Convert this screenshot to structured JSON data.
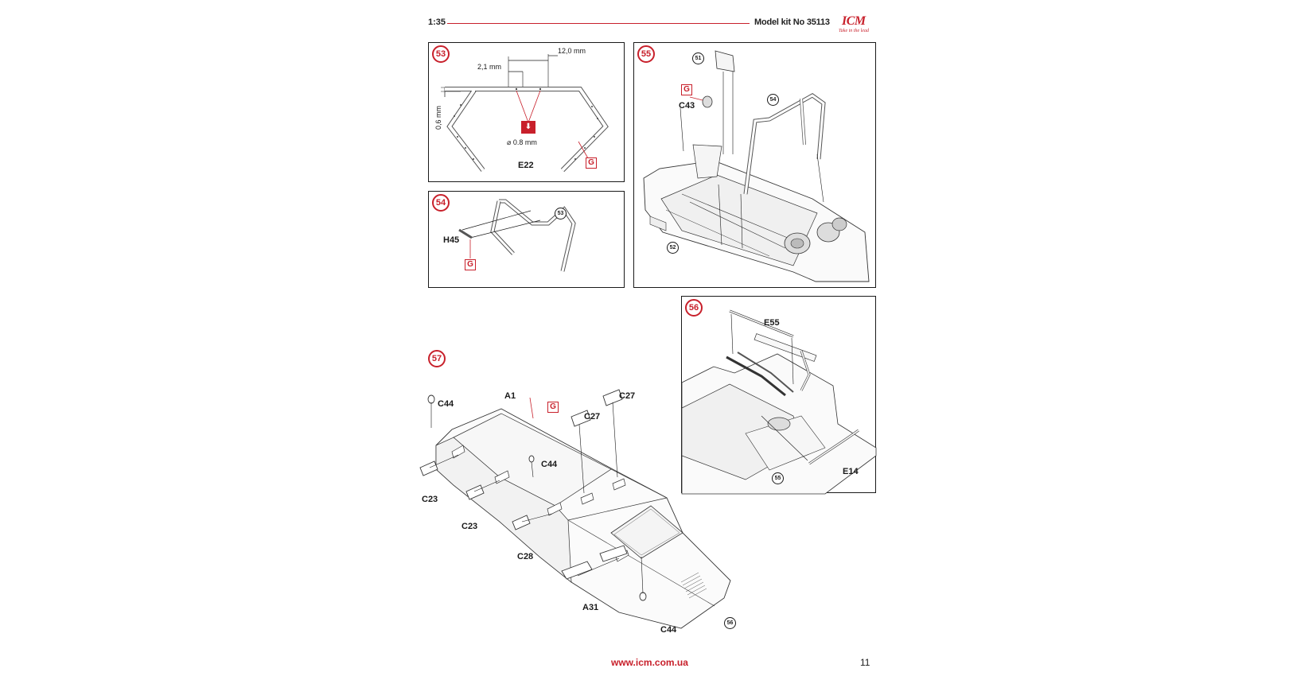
{
  "header": {
    "scale": "1:35",
    "kit": "Model kit No 35113",
    "brand": "ICM",
    "tagline": "Take in the lead"
  },
  "colors": {
    "accent": "#c8202b",
    "line": "#1a1a1a"
  },
  "steps": {
    "s53": {
      "number": "53",
      "dim_overall": "12,0 mm",
      "dim_gap": "2,1 mm",
      "dim_thickness": "0,6 mm",
      "drill": "⌀ 0.8 mm",
      "part": "E22",
      "paint": "G",
      "icon": "drill-icon"
    },
    "s54": {
      "number": "54",
      "part": "H45",
      "paint": "G",
      "ref": "53"
    },
    "s55": {
      "number": "55",
      "ref_a": "51",
      "paint": "G",
      "part": "C43",
      "ref_b": "54",
      "ref_c": "52"
    },
    "s56": {
      "number": "56",
      "part_a": "E55",
      "part_b": "E14",
      "ref": "55"
    },
    "s57": {
      "number": "57",
      "labels": {
        "c44_a": "C44",
        "a1": "A1",
        "paint": "G",
        "c27_a": "C27",
        "c27_b": "C27",
        "c44_b": "C44",
        "c23_a": "C23",
        "c23_b": "C23",
        "c28": "C28",
        "a31": "A31",
        "c44_c": "C44"
      },
      "ref": "56"
    }
  },
  "footer": {
    "url": "www.icm.com.ua",
    "page": "11"
  }
}
